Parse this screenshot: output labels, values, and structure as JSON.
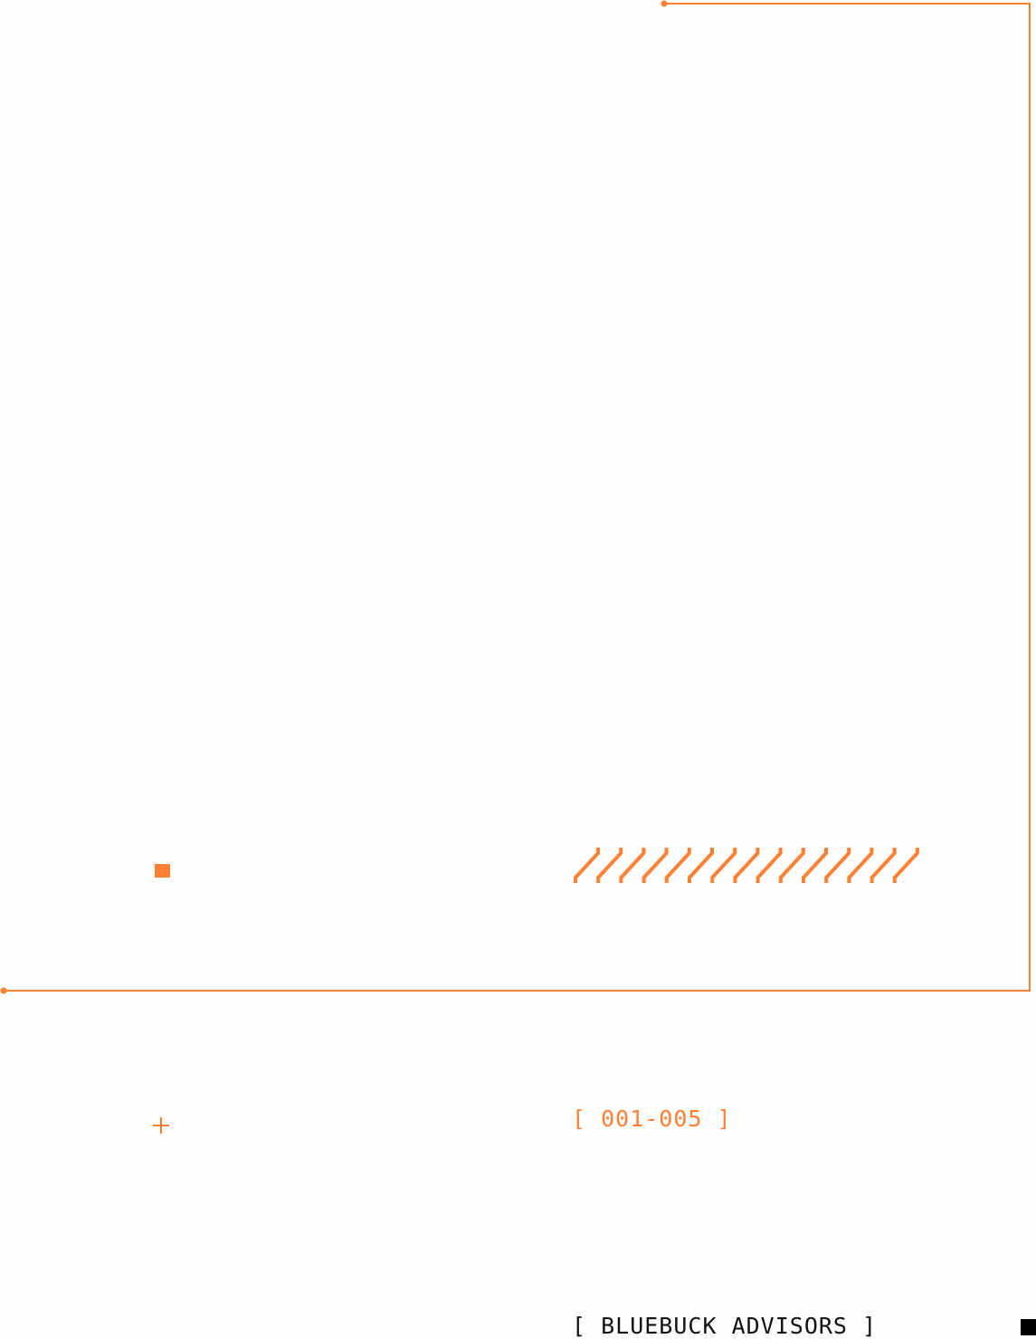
{
  "accent_color": "#ff7f33",
  "range_label": "[ 001-005 ]",
  "brand_label": "[ BLUEBUCK ADVISORS ]",
  "hatch_count": 15
}
